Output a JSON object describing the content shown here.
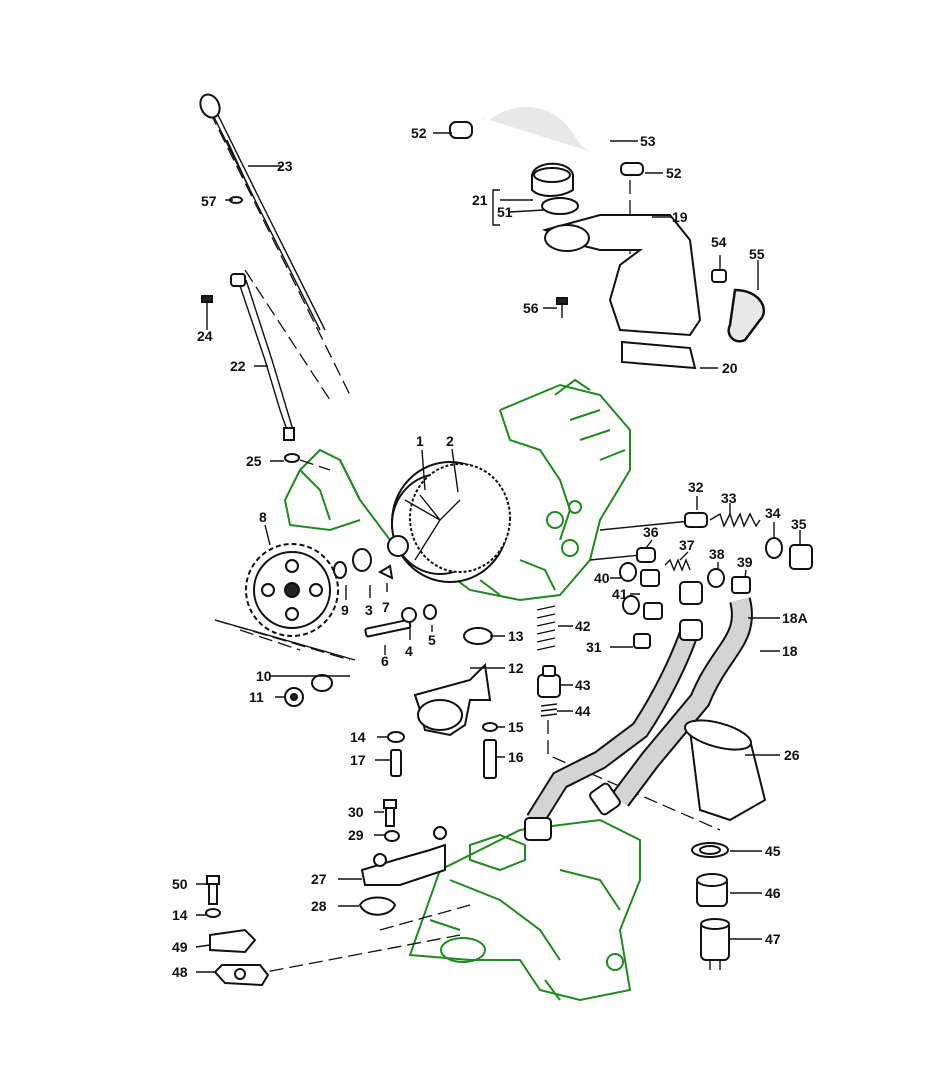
{
  "colors": {
    "ink": "#111111",
    "engine_outline": "#1f8a1f",
    "background": "#ffffff"
  },
  "labels": {
    "p1": "1",
    "p2": "2",
    "p3": "3",
    "p4": "4",
    "p5": "5",
    "p6": "6",
    "p7": "7",
    "p8": "8",
    "p9": "9",
    "p10": "10",
    "p11": "11",
    "p12": "12",
    "p13": "13",
    "p14a": "14",
    "p14b": "14",
    "p15": "15",
    "p16": "16",
    "p17": "17",
    "p18": "18",
    "p18a": "18A",
    "p19": "19",
    "p20": "20",
    "p21": "21",
    "p22": "22",
    "p23": "23",
    "p24": "24",
    "p25": "25",
    "p26": "26",
    "p27": "27",
    "p28": "28",
    "p29": "29",
    "p30": "30",
    "p31": "31",
    "p32": "32",
    "p33": "33",
    "p34": "34",
    "p35": "35",
    "p36": "36",
    "p37": "37",
    "p38": "38",
    "p39": "39",
    "p40": "40",
    "p41": "41",
    "p42": "42",
    "p43": "43",
    "p44": "44",
    "p45": "45",
    "p46": "46",
    "p47": "47",
    "p48": "48",
    "p49": "49",
    "p50": "50",
    "p51": "51",
    "p52a": "52",
    "p52b": "52",
    "p53": "53",
    "p54": "54",
    "p55": "55",
    "p56": "56",
    "p57": "57"
  }
}
